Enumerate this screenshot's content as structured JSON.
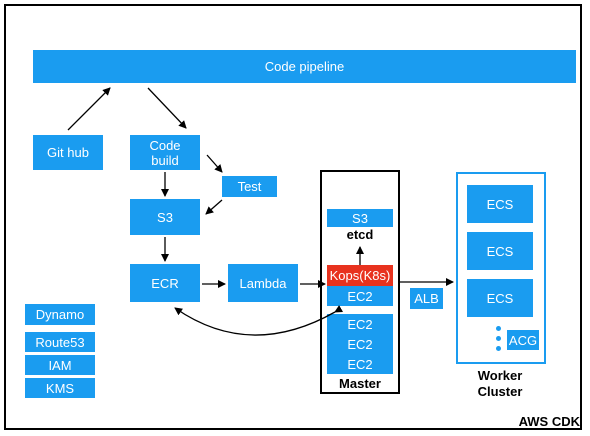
{
  "pipeline": {
    "label": "Code pipeline"
  },
  "nodes": {
    "github": "Git hub",
    "codebuild_line1": "Code",
    "codebuild_line2": "build",
    "test": "Test",
    "s3": "S3",
    "ecr": "ECR",
    "lambda": "Lambda",
    "alb": "ALB"
  },
  "services": [
    "Dynamo",
    "Route53",
    "IAM",
    "KMS"
  ],
  "master": {
    "s3": "S3",
    "etcd": "etcd",
    "kops": "Kops(K8s)",
    "ec2": [
      "EC2",
      "EC2",
      "EC2",
      "EC2"
    ],
    "label": "Master"
  },
  "worker": {
    "ecs": [
      "ECS",
      "ECS",
      "ECS"
    ],
    "acg": "ACG",
    "label_line1": "Worker",
    "label_line2": "Cluster"
  },
  "footer": "AWS CDK",
  "colors": {
    "box": "#1a9cf0",
    "accent": "#e8321e",
    "worker_border": "#1a9cf0",
    "line": "#000000"
  }
}
